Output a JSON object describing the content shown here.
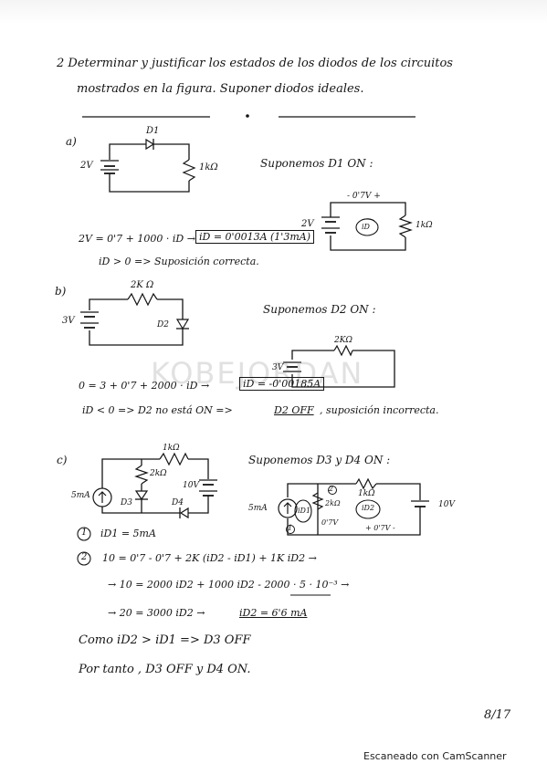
{
  "problem": {
    "line1": "2  Determinar y justificar los estados de los diodos de los circuitos",
    "line2": "mostrados en la figura. Suponer diodos ideales."
  },
  "part_a": {
    "label": "a)",
    "diode": "D1",
    "source": "2V",
    "resistor": "1kΩ",
    "assume": "Suponemos D1 ON :",
    "circuit2": {
      "drop": "- 0'7V +",
      "source": "2V",
      "resistor": "1kΩ",
      "current": "iD"
    },
    "eq": "2V = 0'7 + 1000 · iD  →",
    "result": "iD = 0'0013A (1'3mA)",
    "conclusion": "iD > 0  =>  Suposición correcta."
  },
  "part_b": {
    "label": "b)",
    "resistor": "2K Ω",
    "source": "3V",
    "diode": "D2",
    "assume": "Suponemos D2 ON :",
    "circuit2": {
      "resistor": "2KΩ",
      "source": "3V"
    },
    "eq": "0 = 3 + 0'7 + 2000 · iD  →",
    "result": "iD = -0'00185A",
    "conclusion_a": "iD < 0  =>  D2 no está ON  =>",
    "conclusion_b": "D2 OFF",
    "conclusion_c": ", suposición incorrecta."
  },
  "part_c": {
    "label": "c)",
    "source_i": "5mA",
    "r1": "1kΩ",
    "r2": "2kΩ",
    "source_v": "10V",
    "d3": "D3",
    "d4": "D4",
    "assume": "Suponemos D3 y D4 ON :",
    "circuit2": {
      "r1": "1kΩ",
      "r2": "2kΩ",
      "source_i": "5mA",
      "source_v": "10V",
      "drop1": "0'7V",
      "drop2": "+ 0'7V -",
      "m1": "1",
      "m2": "2",
      "i2": "iD2",
      "i1": "iD1"
    },
    "eq1_num": "1",
    "eq1": "iD1 = 5mA",
    "eq2_num": "2",
    "eq2": "10 = 0'7 - 0'7 + 2K (iD2 - iD1) + 1K iD2  →",
    "eq3": "→  10 = 2000 iD2 + 1000 iD2  -  2000 · 5 · 10⁻³  →",
    "eq4": "→  20 = 3000 iD2  →",
    "eq4_res": "iD2 = 6'6 mA",
    "comp": "Como  iD2 > iD1  =>  D3 OFF",
    "final": "Por tanto ,  D3 OFF  y  D4 ON."
  },
  "watermark": "KOBEJORDAN",
  "page_number": "8/17",
  "footer": "Escaneado con CamScanner"
}
